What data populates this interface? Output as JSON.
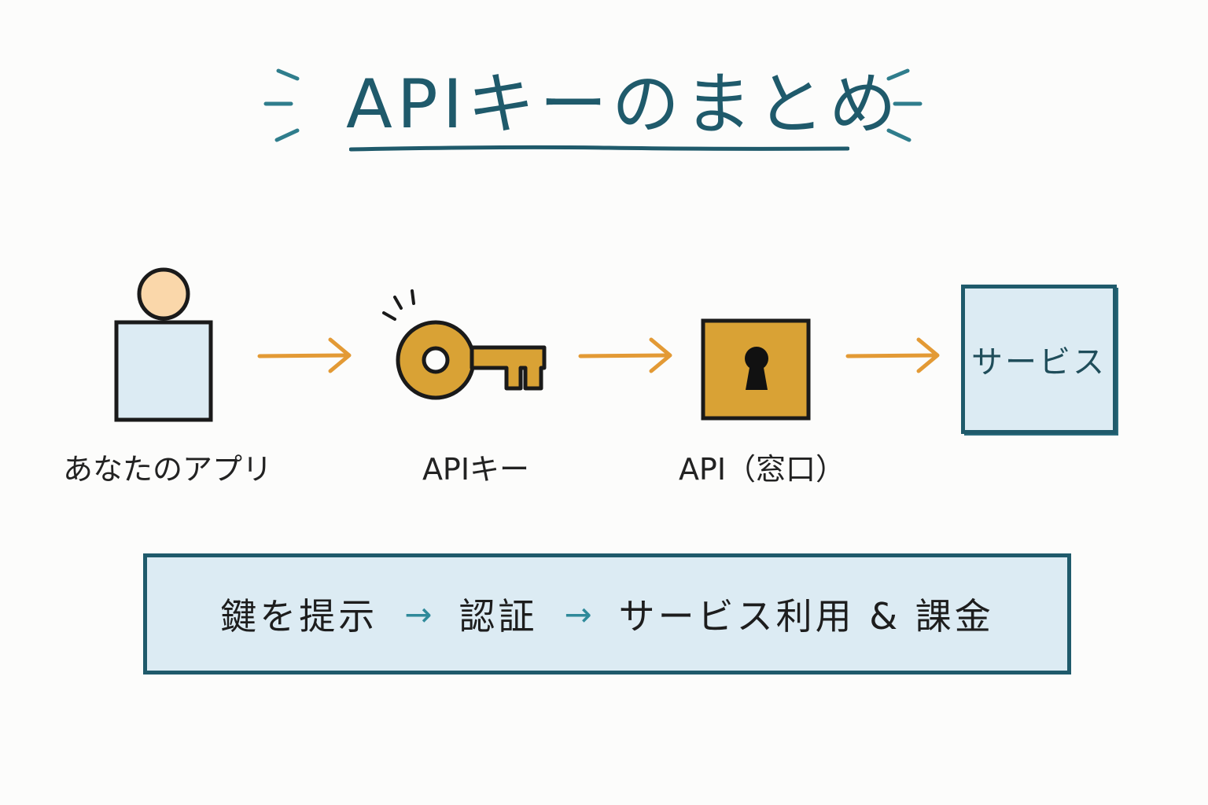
{
  "title": "APIキーのまとめ",
  "colors": {
    "teal": "#1f5a6b",
    "orange_arrow": "#e39a35",
    "gold": "#d9a235",
    "light_blue": "#dcebf3",
    "skin": "#fad7aa"
  },
  "flow": {
    "app": {
      "label": "あなたのアプリ",
      "icon": "person-icon"
    },
    "key": {
      "label": "APIキー",
      "icon": "key-icon"
    },
    "api": {
      "label": "API（窓口）",
      "icon": "lock-icon"
    },
    "service": {
      "text": "サービス"
    }
  },
  "summary": {
    "step1": "鍵を提示",
    "arrow": "→",
    "step2": "認証",
    "step3": "サービス利用 & 課金"
  }
}
